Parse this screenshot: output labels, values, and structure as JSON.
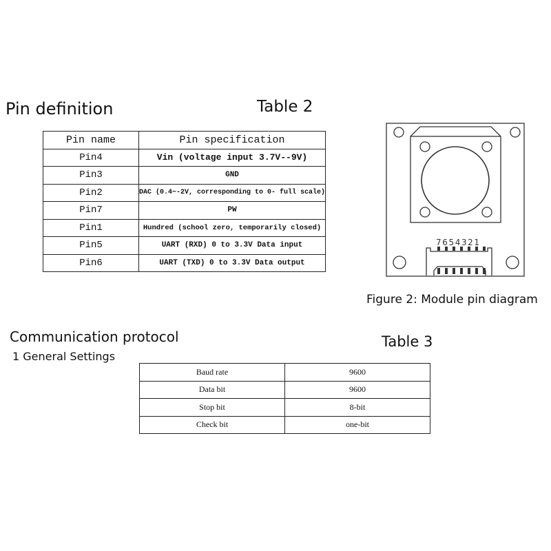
{
  "pin_section": {
    "title": "Pin definition",
    "table_label": "Table 2",
    "headers": [
      "Pin name",
      "Pin specification"
    ],
    "rows": [
      [
        "Pin4",
        "Vin (voltage input 3.7V--9V)"
      ],
      [
        "Pin3",
        "GND"
      ],
      [
        "Pin2",
        "DAC (0.4~-2V, corresponding to 0- full scale)"
      ],
      [
        "Pin7",
        "PW"
      ],
      [
        "Pin1",
        "Hundred (school zero, temporarily closed)"
      ],
      [
        "Pin5",
        "UART (RXD) 0 to 3.3V Data input"
      ],
      [
        "Pin6",
        "UART (TXD) 0 to 3.3V Data output"
      ]
    ]
  },
  "figure": {
    "caption": "Figure 2: Module pin diagram",
    "pin_numbers": "7654321"
  },
  "protocol_section": {
    "title": "Communication protocol",
    "subtitle": "1 General Settings",
    "table_label": "Table 3",
    "rows": [
      [
        "Baud rate",
        "9600"
      ],
      [
        "Data bit",
        "9600"
      ],
      [
        "Stop bit",
        "8-bit"
      ],
      [
        "Check bit",
        "one-bit"
      ]
    ]
  }
}
